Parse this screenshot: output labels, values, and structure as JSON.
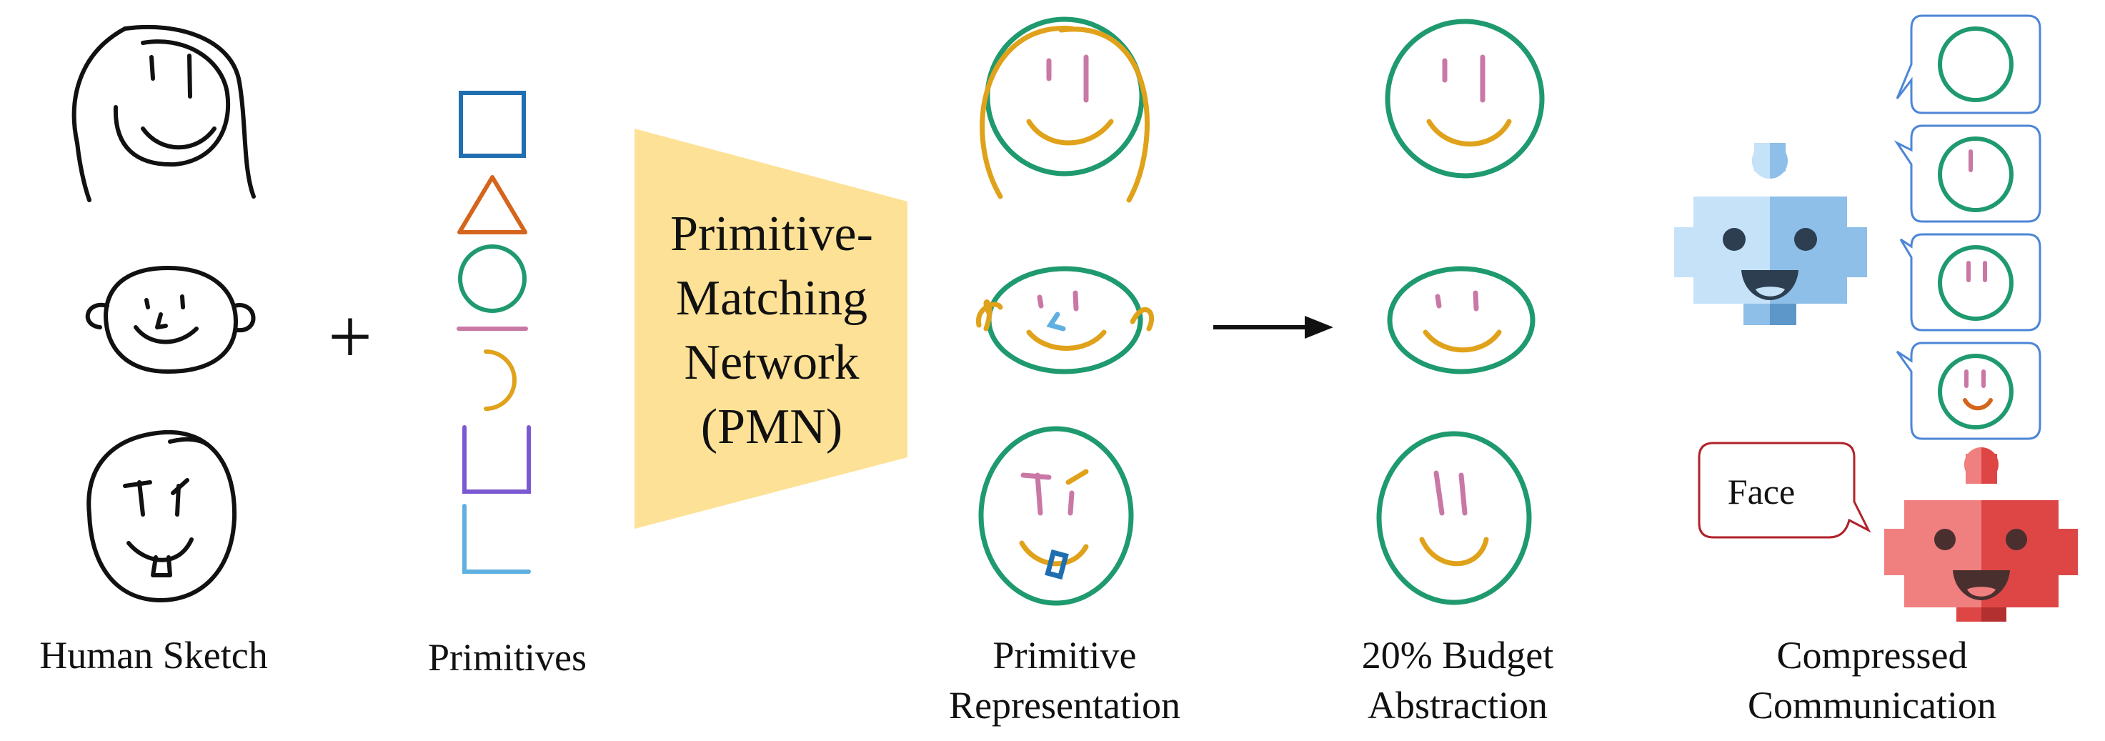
{
  "labels": {
    "human_sketch": "Human Sketch",
    "primitives": "Primitives",
    "pmn_line1": "Primitive-",
    "pmn_line2": "Matching",
    "pmn_line3": "Network",
    "pmn_line4": "(PMN)",
    "primitive_rep_line1": "Primitive",
    "primitive_rep_line2": "Representation",
    "budget_line1": "20% Budget",
    "budget_line2": "Abstraction",
    "compressed_line1": "Compressed",
    "compressed_line2": "Communication",
    "speech_face": "Face",
    "plus": "+"
  },
  "colors": {
    "sketch_stroke": "#111111",
    "square": "#1f6fb0",
    "triangle": "#d4651c",
    "circle": "#1e9a6e",
    "line": "#c978a6",
    "arc": "#e0a21a",
    "u_shape": "#7a5ad0",
    "corner": "#5fb0e0",
    "pmn_fill": "#fde196",
    "robot_blue_light": "#c5e2f8",
    "robot_blue_dark": "#8dbfe8",
    "robot_red_light": "#f07f7f",
    "robot_red_dark": "#de4646",
    "bubble_blue": "#4d86d6",
    "bubble_red": "#b0222a"
  }
}
